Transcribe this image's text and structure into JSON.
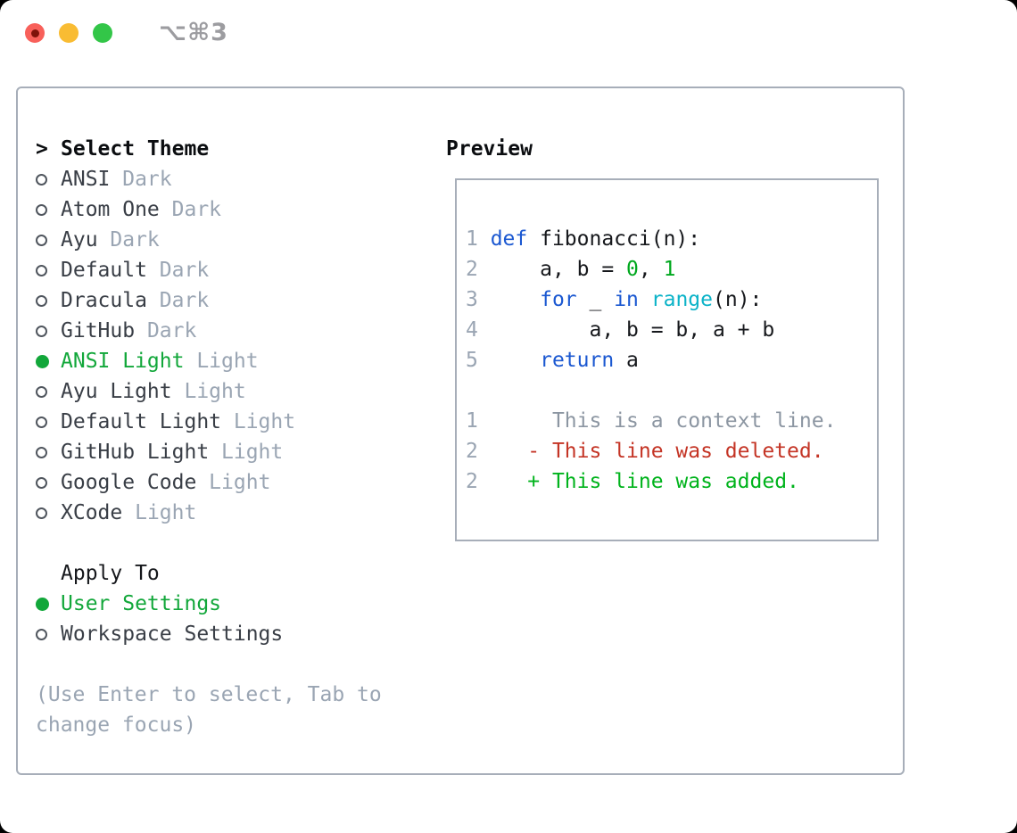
{
  "titlebar": {
    "shortcut": "⌥⌘3",
    "buttons": [
      "close",
      "minimize",
      "zoom"
    ]
  },
  "theme_picker": {
    "prompt": ">",
    "title": "Select Theme",
    "options": [
      {
        "name": "ANSI",
        "variant": "Dark",
        "selected": false
      },
      {
        "name": "Atom One",
        "variant": "Dark",
        "selected": false
      },
      {
        "name": "Ayu",
        "variant": "Dark",
        "selected": false
      },
      {
        "name": "Default",
        "variant": "Dark",
        "selected": false
      },
      {
        "name": "Dracula",
        "variant": "Dark",
        "selected": false
      },
      {
        "name": "GitHub",
        "variant": "Dark",
        "selected": false
      },
      {
        "name": "ANSI Light",
        "variant": "Light",
        "selected": true
      },
      {
        "name": "Ayu Light",
        "variant": "Light",
        "selected": false
      },
      {
        "name": "Default Light",
        "variant": "Light",
        "selected": false
      },
      {
        "name": "GitHub Light",
        "variant": "Light",
        "selected": false
      },
      {
        "name": "Google Code",
        "variant": "Light",
        "selected": false
      },
      {
        "name": "XCode",
        "variant": "Light",
        "selected": false
      }
    ]
  },
  "apply_to": {
    "title": "Apply To",
    "options": [
      {
        "label": "User Settings",
        "selected": true
      },
      {
        "label": "Workspace Settings",
        "selected": false
      }
    ]
  },
  "hint": {
    "line1": "(Use Enter to select, Tab to",
    "line2": "change focus)"
  },
  "preview": {
    "title": "Preview",
    "code_lines": [
      {
        "num": "1",
        "segments": [
          {
            "c": "kw",
            "t": "def"
          },
          {
            "c": "pl",
            "t": " fibonacci(n):"
          }
        ]
      },
      {
        "num": "2",
        "segments": [
          {
            "c": "pl",
            "t": "    a, b = "
          },
          {
            "c": "gr",
            "t": "0"
          },
          {
            "c": "pl",
            "t": ", "
          },
          {
            "c": "gr",
            "t": "1"
          }
        ]
      },
      {
        "num": "3",
        "segments": [
          {
            "c": "pl",
            "t": "    "
          },
          {
            "c": "kw",
            "t": "for"
          },
          {
            "c": "pl",
            "t": " _ "
          },
          {
            "c": "kw",
            "t": "in"
          },
          {
            "c": "pl",
            "t": " "
          },
          {
            "c": "cy",
            "t": "range"
          },
          {
            "c": "pl",
            "t": "(n):"
          }
        ]
      },
      {
        "num": "4",
        "segments": [
          {
            "c": "pl",
            "t": "        a, b = b, a + b"
          }
        ]
      },
      {
        "num": "5",
        "segments": [
          {
            "c": "pl",
            "t": "    "
          },
          {
            "c": "kw",
            "t": "return"
          },
          {
            "c": "pl",
            "t": " a"
          }
        ]
      }
    ],
    "diff_lines": [
      {
        "num": "1",
        "text": "      This is a context line.",
        "type": "context"
      },
      {
        "num": "2",
        "text": "    - This line was deleted.",
        "type": "deleted"
      },
      {
        "num": "2",
        "text": "    + This line was added.",
        "type": "added"
      }
    ]
  },
  "colors": {
    "selected_green": "#12a73a",
    "added_green": "#00b31c",
    "number_green": "#00a81e",
    "keyword_blue": "#1b58d1",
    "builtin_cyan": "#0cb3c8",
    "deleted_red": "#c43425",
    "muted_gray": "#9aa5b3",
    "context_gray": "#8c96a2",
    "panel_border": "#a7aeb9",
    "traffic_red": "#f8605a",
    "traffic_yellow": "#f9bc33",
    "traffic_green": "#33c648"
  }
}
